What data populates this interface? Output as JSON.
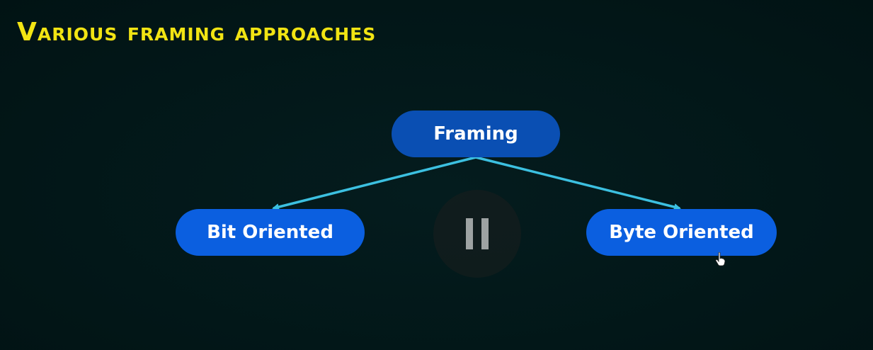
{
  "slide": {
    "title": "Various framing approaches"
  },
  "diagram": {
    "root": "Framing",
    "children": [
      "Bit Oriented",
      "Byte Oriented"
    ]
  },
  "player": {
    "state_icon": "pause-icon"
  },
  "colors": {
    "background": "#021818",
    "title": "#f2e413",
    "root_node": "#0a4fb3",
    "child_node": "#0b5fe0",
    "connector": "#3cc0e0"
  }
}
